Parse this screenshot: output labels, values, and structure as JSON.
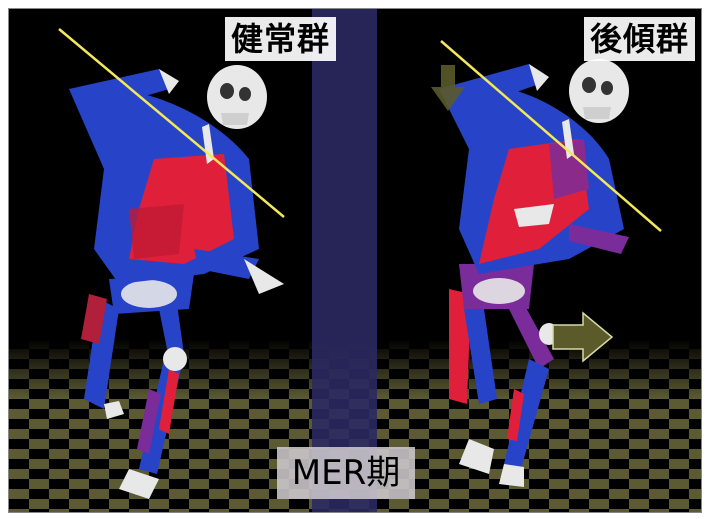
{
  "labels": {
    "healthy_group": "健常群",
    "tilted_group": "後傾群",
    "phase": "MER期"
  },
  "colors": {
    "background": "#000000",
    "center_band": "#2b2960",
    "reference_line": "#f2e85a",
    "muscle_blue": "#2744c8",
    "muscle_red": "#e0203a",
    "muscle_purple": "#7a2c9a",
    "bone": "#e8e8e8",
    "floor_tile": "#6b6a3c",
    "arrow": "#5a5a2a"
  }
}
